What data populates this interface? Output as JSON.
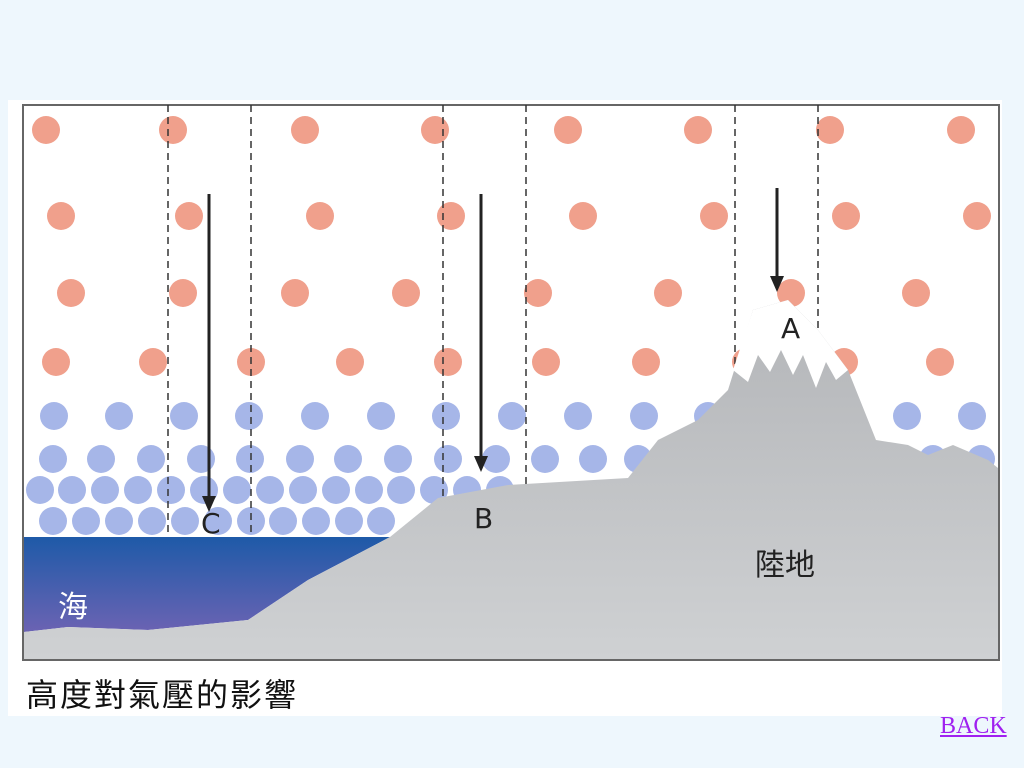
{
  "diagram": {
    "caption": "高度對氣壓的影響",
    "labels": {
      "point_a": "A",
      "point_b": "B",
      "point_c": "C",
      "sea": "海",
      "land": "陸地"
    },
    "colors": {
      "upper_air_molecule": "#f0a08c",
      "lower_air_molecule": "#a6b6e8",
      "sea_top": "#1e5aa8",
      "sea_bottom": "#6b63b3",
      "land": "#c4c6c8",
      "snow": "#ffffff",
      "arrow": "#222222"
    }
  },
  "nav": {
    "back_label": "BACK"
  }
}
